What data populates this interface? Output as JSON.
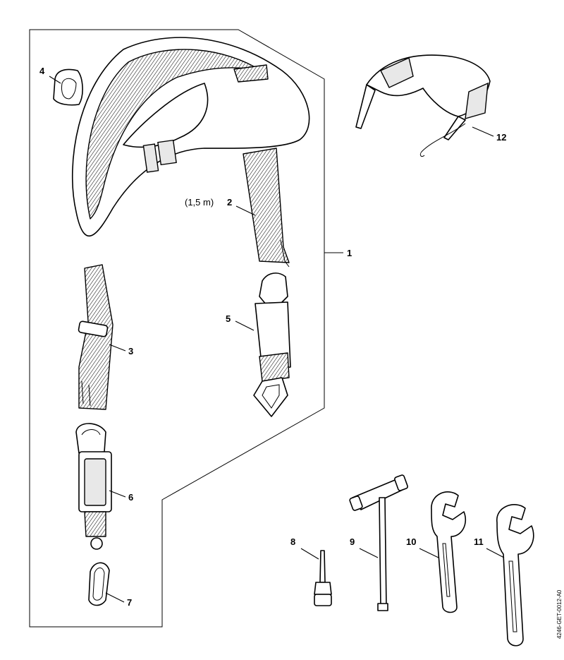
{
  "callouts": {
    "c1": "1",
    "c2_note": "(1,5 m)",
    "c2": "2",
    "c3": "3",
    "c4": "4",
    "c5": "5",
    "c6": "6",
    "c7": "7",
    "c8": "8",
    "c9": "9",
    "c10": "10",
    "c11": "11",
    "c12": "12"
  },
  "reference_code": "4246-GET-0012-A0",
  "colors": {
    "line": "#000000",
    "background": "#ffffff"
  }
}
